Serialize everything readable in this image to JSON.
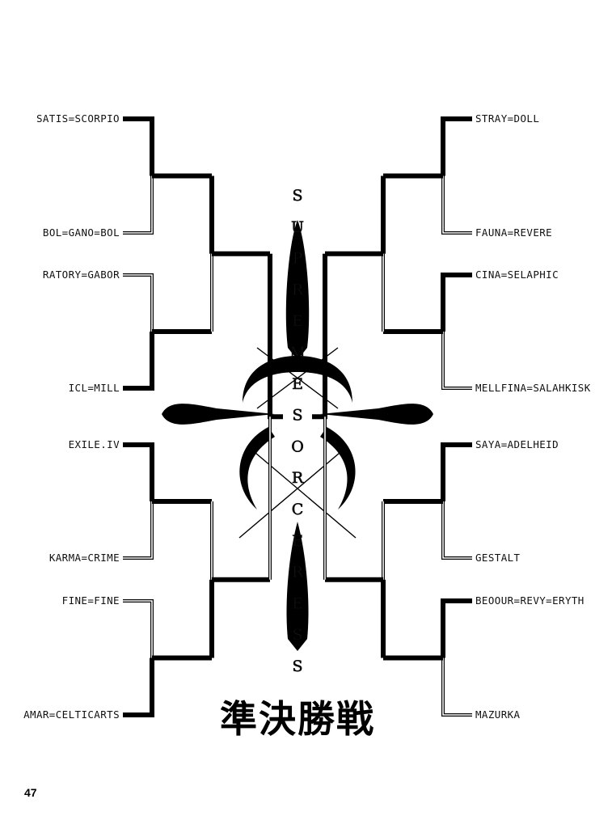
{
  "diagram": {
    "type": "tournament-bracket",
    "title_vertical": "SUPREME SORCERESS",
    "round_title": "準決勝戦",
    "page_number": "47",
    "left_entrants": [
      "SATIS=SCORPIO",
      "BOL=GANO=BOL",
      "RATORY=GABOR",
      "ICL=MILL",
      "EXILE.IV",
      "KARMA=CRIME",
      "FINE=FINE",
      "AMAR=CELTICARTS"
    ],
    "right_entrants": [
      "STRAY=DOLL",
      "FAUNA=REVERE",
      "CINA=SELAPHIC",
      "MELLFINA=SALAHKISK",
      "SAYA=ADELHEID",
      "GESTALT",
      "BEOOUR=REVY=ERYTH",
      "MAZURKA"
    ],
    "left_winners": [
      0,
      3,
      4,
      7
    ],
    "right_winners": [
      0,
      2,
      4,
      6
    ],
    "left_qf_winners": [
      0,
      1
    ],
    "right_qf_winners": [
      0,
      1
    ]
  },
  "colors": {
    "ink": "#000000",
    "paper": "#ffffff"
  }
}
